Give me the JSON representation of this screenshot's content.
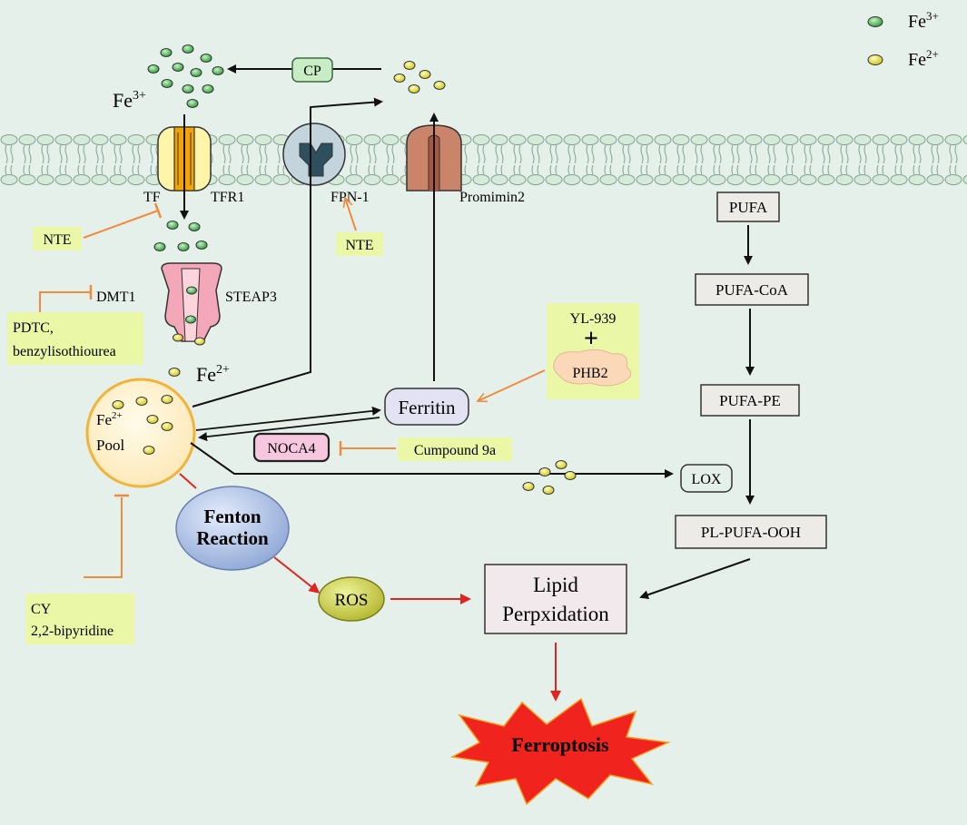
{
  "colors": {
    "background": "#e6f0ea",
    "fe3": "#3cb34a",
    "fe2": "#e6e23a",
    "inhibitor": "#f08a3c",
    "activation": "#e0241f",
    "drug_box": "#eaf7a6",
    "pathway_box": "#ecebe8"
  },
  "legend": {
    "fe3": "Fe",
    "fe3_sup": "3+",
    "fe2": "Fe",
    "fe2_sup": "2+"
  },
  "membrane": {
    "tf": "TF",
    "tfr1": "TFR1",
    "fpn1": "FPN-1",
    "promimin2": "Promimin2",
    "cp": "CP",
    "fe3": "Fe",
    "fe3_sup": "3+"
  },
  "import": {
    "dmt1": "DMT1",
    "steap3": "STEAP3",
    "fe2": "Fe",
    "fe2_sup": "2+"
  },
  "drugs": {
    "nte_tf": "NTE",
    "nte_fpn": "NTE",
    "pdtc_line1": "PDTC,",
    "pdtc_line2": "benzylisothiourea",
    "yl939": "YL-939",
    "plus": "+",
    "phb2": "PHB2",
    "cumpound": "Cumpound 9a",
    "cy_line1": "CY",
    "cy_line2": "2,2-bipyridine"
  },
  "pool": {
    "fe": "Fe",
    "fe_sup": "2+",
    "label": "Pool"
  },
  "ferritin": "Ferritin",
  "noca4": "NOCA4",
  "lox": "LOX",
  "fenton": {
    "line1": "Fenton",
    "line2": "Reaction"
  },
  "ros": "ROS",
  "lipid": {
    "line1": "Lipid",
    "line2": "Perpxidation"
  },
  "ferroptosis": "Ferroptosis",
  "pufa": {
    "pufa": "PUFA",
    "pufa_coa": "PUFA-CoA",
    "pufa_pe": "PUFA-PE",
    "pl_pufa_ooh": "PL-PUFA-OOH"
  }
}
